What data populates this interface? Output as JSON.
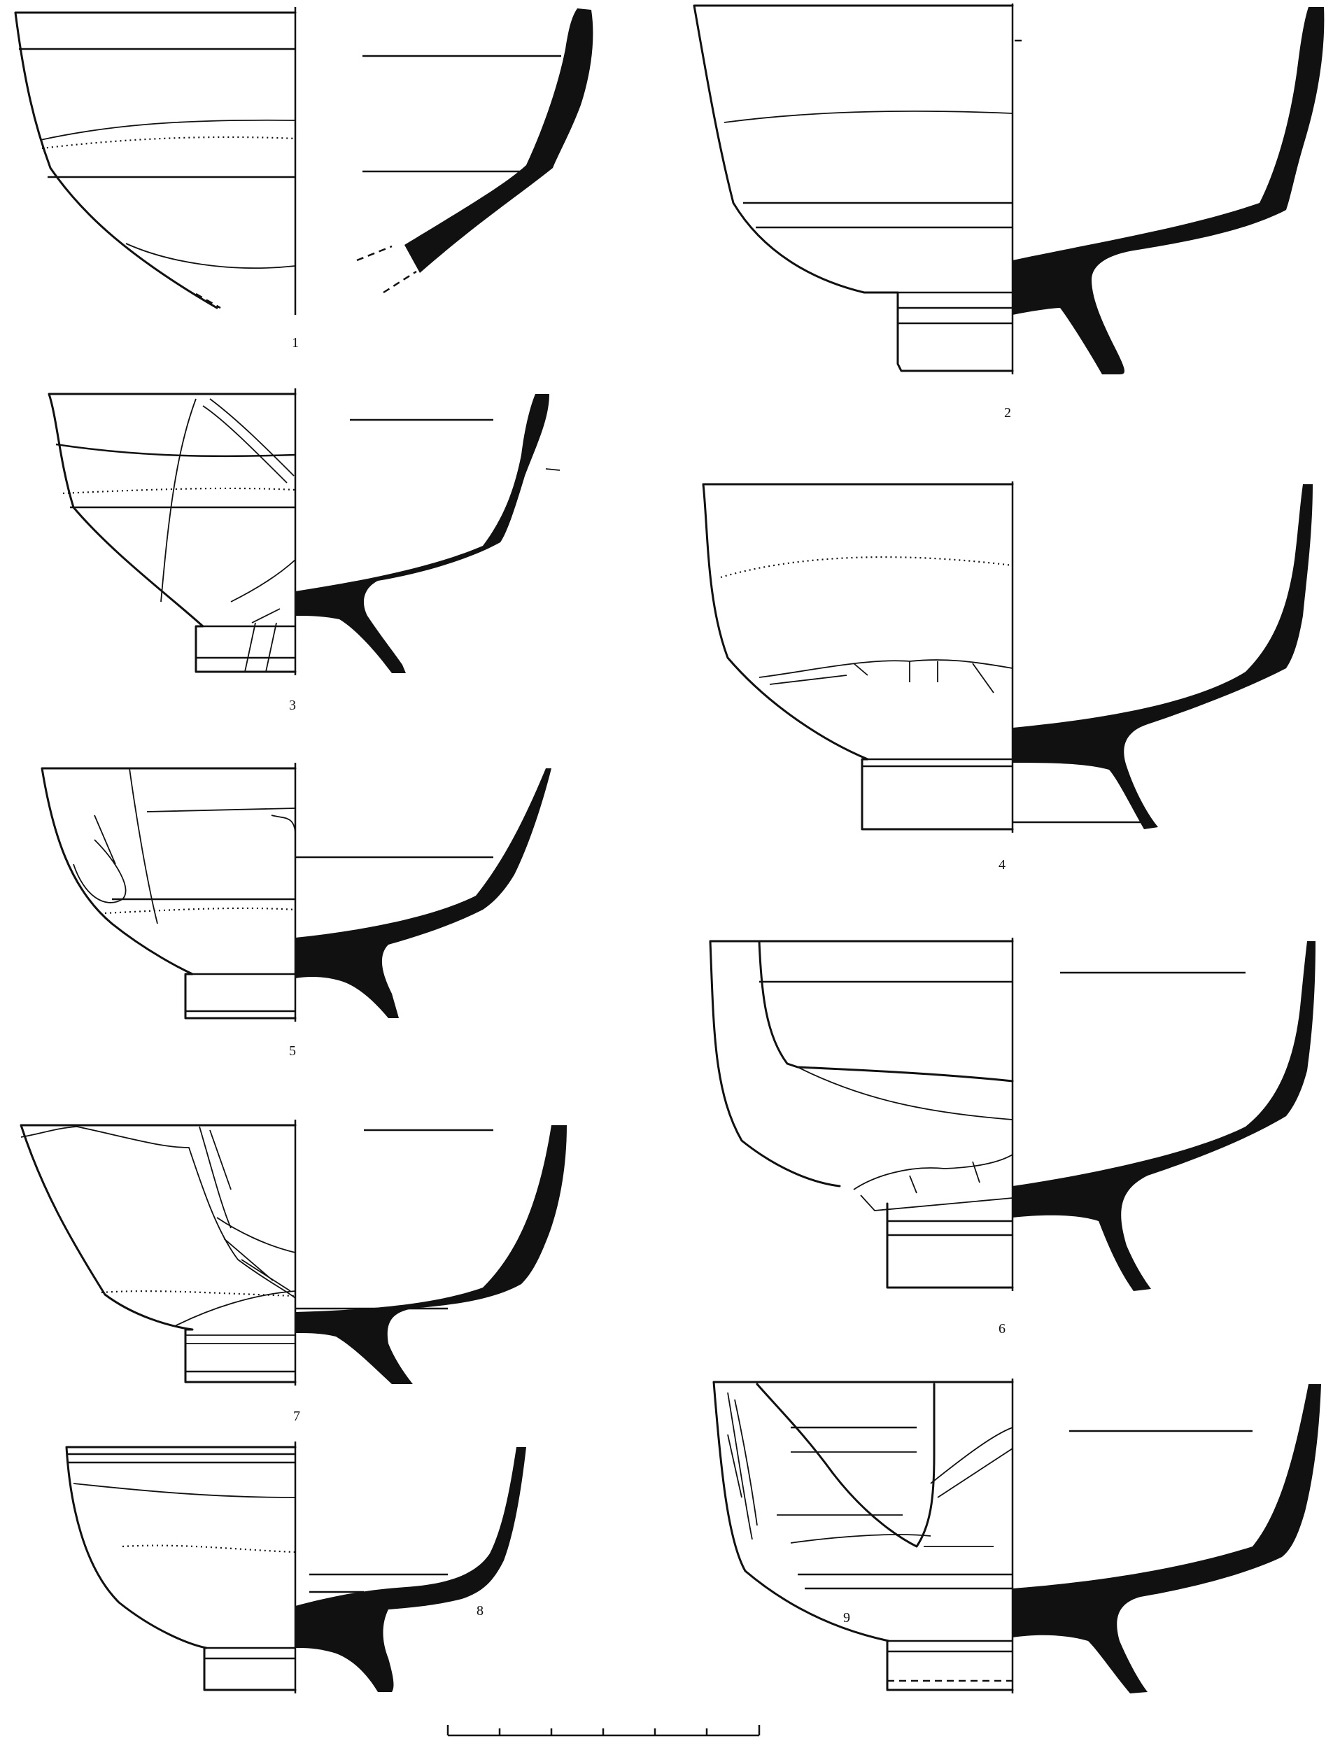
{
  "figure_labels": [
    "1",
    "2",
    "3",
    "4",
    "5",
    "6",
    "7",
    "8",
    "9"
  ],
  "colors": {
    "ink": "#111111",
    "paper": "#ffffff"
  }
}
